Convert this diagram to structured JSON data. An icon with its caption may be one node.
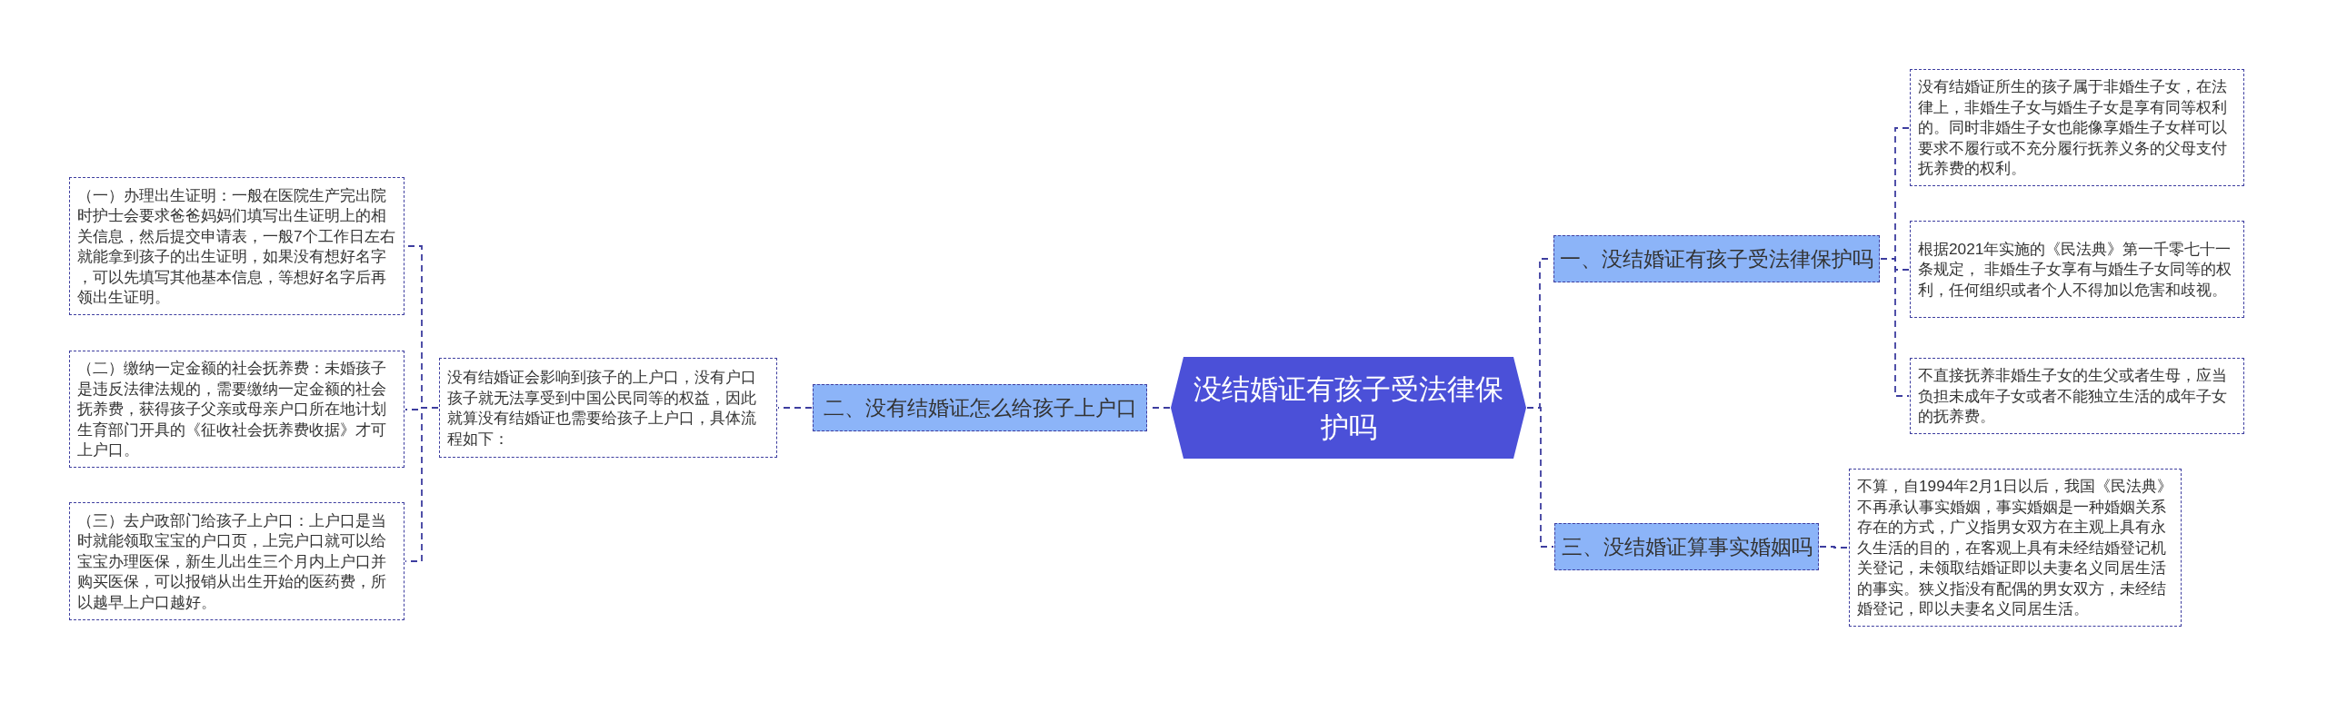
{
  "diagram": {
    "nodes": [
      {
        "text": [
          "没结婚证有孩子受法律保护吗"
        ]
      },
      {
        "text": [
          "一、没结婚证有孩子受法律保护吗"
        ]
      },
      {
        "text": [
          "没有结婚证所生的孩子属于非婚生子女，在法律上，非婚生子女与婚生子女是享有同等权利的。同时非婚生子女也能像享婚生子女样可以要求不履行或不充分履行抚养义务的父母支付抚养费的权利。"
        ]
      },
      {
        "text": [
          "根据2021年实施的《民法典》第一千零七十一条规定， 非婚生子女享有与婚生子女同等的权利，任何组织或者个人不得加以危害和歧视。"
        ]
      },
      {
        "text": [
          "不直接抚养非婚生子女的生父或者生母，应当负担未成年子女或者不能独立生活的成年子女的抚养费。"
        ]
      },
      {
        "text": [
          "二、没有结婚证怎么给孩子上户口"
        ]
      },
      {
        "text": [
          "没有结婚证会影响到孩子的上户口，没有户口孩子就无法享受到中国公民同等的权益，因此就算没有结婚证也需要给孩子上户口，具体流程如下："
        ]
      },
      {
        "text": [
          "（一）办理出生证明：一般在医院生产完出院时护士会要求爸爸妈妈们填写出生证明上的相关信息，然后提交申请表，一般7个工作日左右就能拿到孩子的出生证明，如果没有想好名字，可以先填写其他基本信息，等想好名字后再领出生证明。"
        ]
      },
      {
        "text": [
          "（二）缴纳一定金额的社会抚养费：未婚孩子是违反法律法规的，需要缴纳一定金额的社会抚养费，获得孩子父亲或母亲户口所在地计划生育部门开具的《征收社会抚养费收据》才可上户口。"
        ]
      },
      {
        "text": [
          "（三）去户政部门给孩子上户口：上户口是当时就能领取宝宝的户口页，上完户口就可以给宝宝办理医保，新生儿出生三个月内上户口并购买医保，可以报销从出生开始的医药费，所以越早上户口越好。"
        ]
      },
      {
        "text": [
          "三、没结婚证算事实婚姻吗"
        ]
      },
      {
        "text": [
          "不算，自1994年2月1日以后，我国《民法典》不再承认事实婚姻，事实婚姻是一种婚姻关系存在的方式，广义指男女双方在主观上具有永久生活的目的，在客观上具有未经结婚登记机关登记，未领取结婚证即以夫妻名义同居生活的事实。狭义指没有配偶的男女双方，未经结婚登记，即以夫妻名义同居生活。"
        ]
      }
    ],
    "edges": [
      {
        "from": 0,
        "to": 1,
        "arrow": "none",
        "style": "dashed"
      },
      {
        "from": 1,
        "to": 2,
        "arrow": "none",
        "style": "dashed"
      },
      {
        "from": 1,
        "to": 3,
        "arrow": "none",
        "style": "dashed"
      },
      {
        "from": 1,
        "to": 4,
        "arrow": "none",
        "style": "dashed"
      },
      {
        "from": 0,
        "to": 5,
        "arrow": "none",
        "style": "dashed"
      },
      {
        "from": 5,
        "to": 6,
        "arrow": "none",
        "style": "dashed"
      },
      {
        "from": 6,
        "to": 7,
        "arrow": "none",
        "style": "dashed"
      },
      {
        "from": 6,
        "to": 8,
        "arrow": "none",
        "style": "dashed"
      },
      {
        "from": 6,
        "to": 9,
        "arrow": "none",
        "style": "dashed"
      },
      {
        "from": 0,
        "to": 10,
        "arrow": "none",
        "style": "dashed"
      },
      {
        "from": 10,
        "to": 11,
        "arrow": "none",
        "style": "dashed"
      }
    ]
  }
}
